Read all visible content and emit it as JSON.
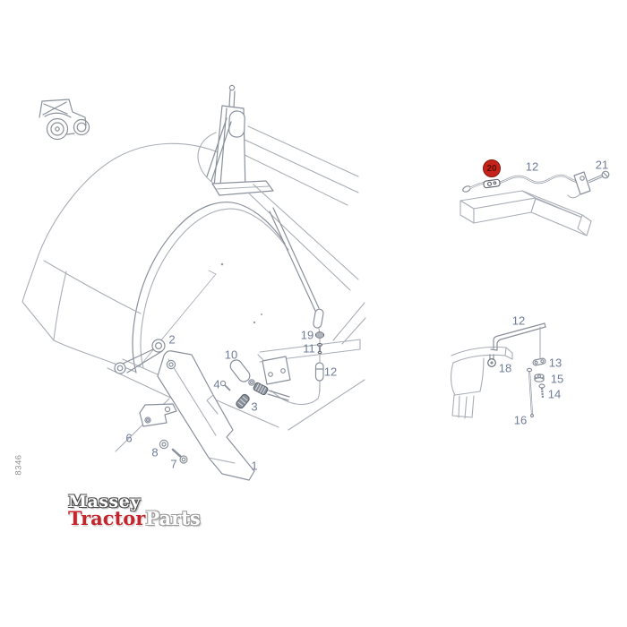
{
  "side_code": "8346",
  "logo": {
    "word1": "Massey",
    "word2": "Tractor",
    "word3": "Parts"
  },
  "colors": {
    "line_art": "#a9aeb6",
    "part_detail": "#8a919c",
    "hardware_dark": "#5d636c",
    "label_text": "#6f7d99",
    "badge_background": "#c4231b",
    "badge_text": "#5e0c06",
    "logo_red": "#c4242b",
    "logo_dark_outline": "#4e4e4e",
    "logo_light_outline": "#9a9a9a",
    "side_code_gray": "#919191"
  },
  "diagrams": {
    "main": {
      "labels": [
        {
          "text": "2"
        },
        {
          "text": "10"
        },
        {
          "text": "4"
        },
        {
          "text": "3"
        },
        {
          "text": "6"
        },
        {
          "text": "8"
        },
        {
          "text": "7"
        },
        {
          "text": "1"
        },
        {
          "text": "19"
        },
        {
          "text": "11"
        },
        {
          "text": "12"
        }
      ]
    },
    "top_right": {
      "badge": {
        "text": "20"
      },
      "labels": [
        {
          "text": "12"
        },
        {
          "text": "21"
        }
      ]
    },
    "bottom_right": {
      "labels": [
        {
          "text": "12"
        },
        {
          "text": "18"
        },
        {
          "text": "13"
        },
        {
          "text": "15"
        },
        {
          "text": "14"
        },
        {
          "text": "16"
        }
      ]
    }
  },
  "icons": {
    "tractor": "tractor-icon"
  }
}
